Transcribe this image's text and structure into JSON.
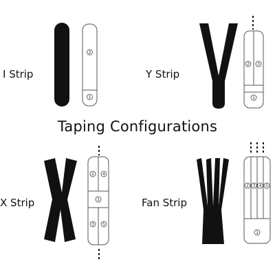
{
  "title": "Taping Configurations",
  "colors": {
    "tape": "#111111",
    "outline": "#555555",
    "background": "#ffffff"
  },
  "strips": {
    "i_strip": {
      "name": "I Strip",
      "markers": [
        "1",
        "2"
      ]
    },
    "y_strip": {
      "name": "Y Strip",
      "markers": [
        "1",
        "2",
        "3"
      ]
    },
    "x_strip": {
      "name": "X Strip",
      "markers": [
        "1",
        "2",
        "3",
        "4",
        "5"
      ]
    },
    "fan_strip": {
      "name": "Fan Strip",
      "markers": [
        "1",
        "2",
        "3",
        "4",
        "5"
      ]
    }
  }
}
